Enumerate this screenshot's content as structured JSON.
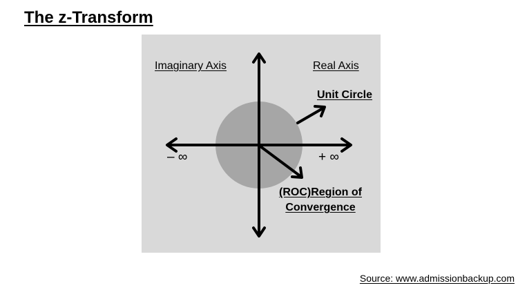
{
  "title": "The z-Transform",
  "labels": {
    "imaginary_axis": "Imaginary Axis",
    "real_axis": "Real Axis",
    "unit_circle": "Unit Circle",
    "roc_line1": "(ROC)Region of",
    "roc_line2": "Convergence",
    "neg_infinity": "– ∞",
    "pos_infinity": "+ ∞"
  },
  "source": "Source: www.admissionbackup.com",
  "colors": {
    "panel": "#d9d9d9",
    "circle": "#a6a6a6",
    "ink": "#000000"
  }
}
